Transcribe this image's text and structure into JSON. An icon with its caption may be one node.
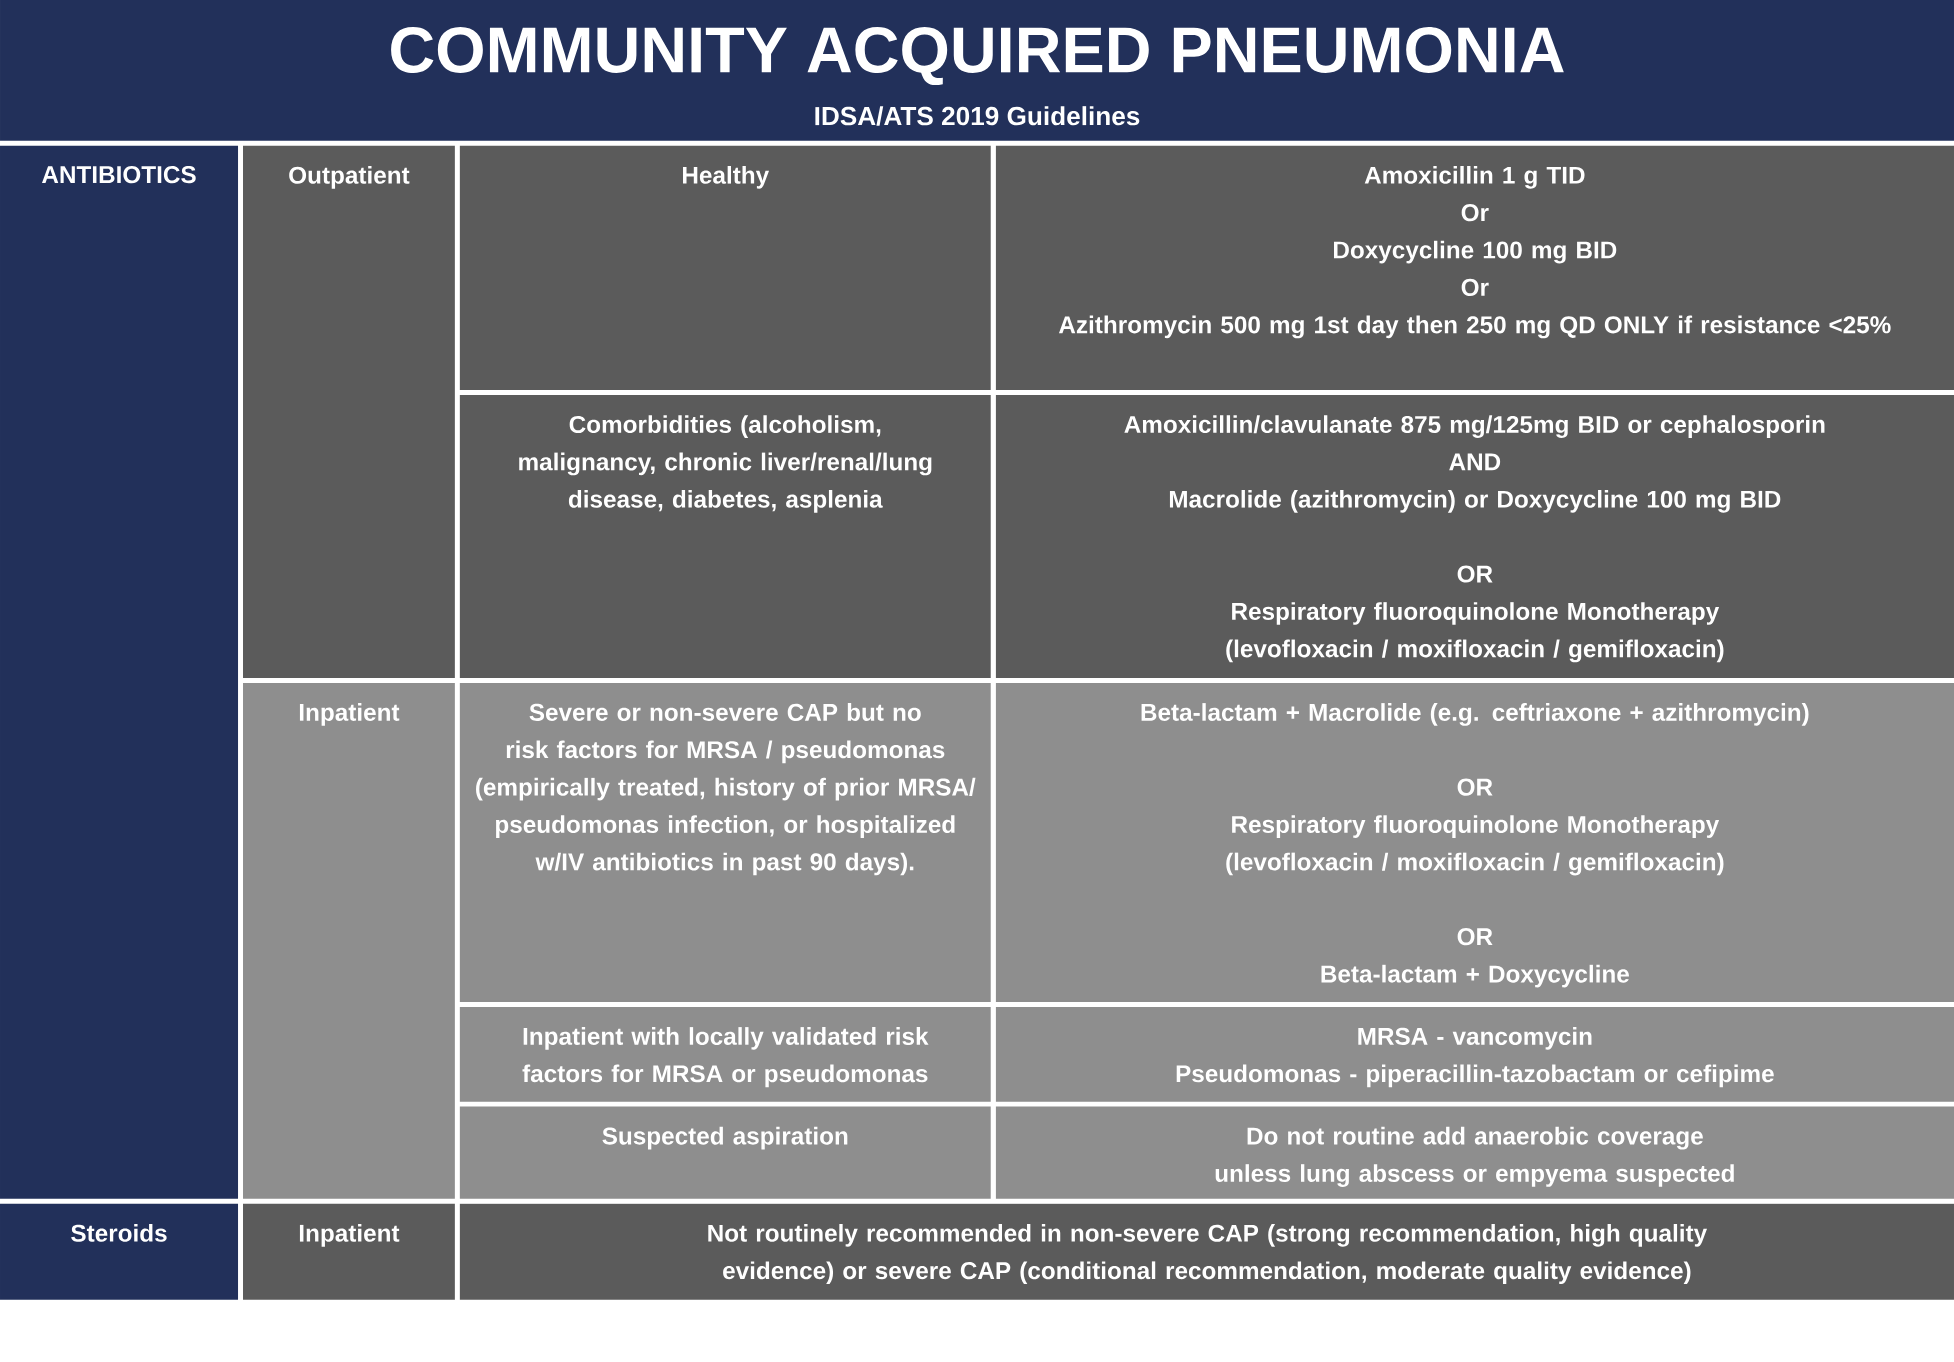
{
  "diagram": {
    "title": "COMMUNITY ACQUIRED PNEUMONIA",
    "labels": [
      "IDSA/ATS 2019 Guidelines",
      "ANTIBIOTICS",
      "Outpatient",
      "Healthy",
      "Amoxicillin 1 g TID",
      "Or",
      "Doxycycline 100 mg BID",
      "Or",
      "Azithromycin 500 mg 1st day then 250 mg QD ONLY if resistance <25%",
      "Comorbidities (alcoholism, malignancy, chronic liver/renal/lung disease, diabetes, asplenia",
      "Amoxicillin/clavulanate 875 mg/125mg BID or cephalosporin",
      "AND",
      "Macrolide (azithromycin) or Doxycycline 100 mg BID",
      "OR",
      "Respiratory fluoroquinolone Monotherapy (levofloxacin / moxifloxacin / gemifloxacin)",
      "Inpatient",
      "Severe or non-severe CAP but no risk factors for MRSA / pseudomonas (empirically treated, history of prior MRSA/ pseudomonas infection, or hospitalized w/IV antibiotics in past 90 days).",
      "Beta-lactam + Macrolide (e.g. ceftriaxone + azithromycin)",
      "OR",
      "Respiratory fluoroquinolone Monotherapy (levofloxacin / moxifloxacin / gemifloxacin)",
      "OR",
      "Beta-lactam + Doxycycline",
      "Inpatient with locally validated risk factors for MRSA or pseudomonas",
      "MRSA - vancomycin",
      "Pseudomonas - piperacillin-tazobactam or cefipime",
      "Suspected aspiration",
      "Do not routine add anaerobic coverage unless lung abscess or empyema suspected",
      "Steroids",
      "Inpatient",
      "Not routinely recommended in non-severe CAP (strong recommendation, high quality evidence) or severe CAP (conditional recommendation, moderate quality evidence)"
    ]
  }
}
